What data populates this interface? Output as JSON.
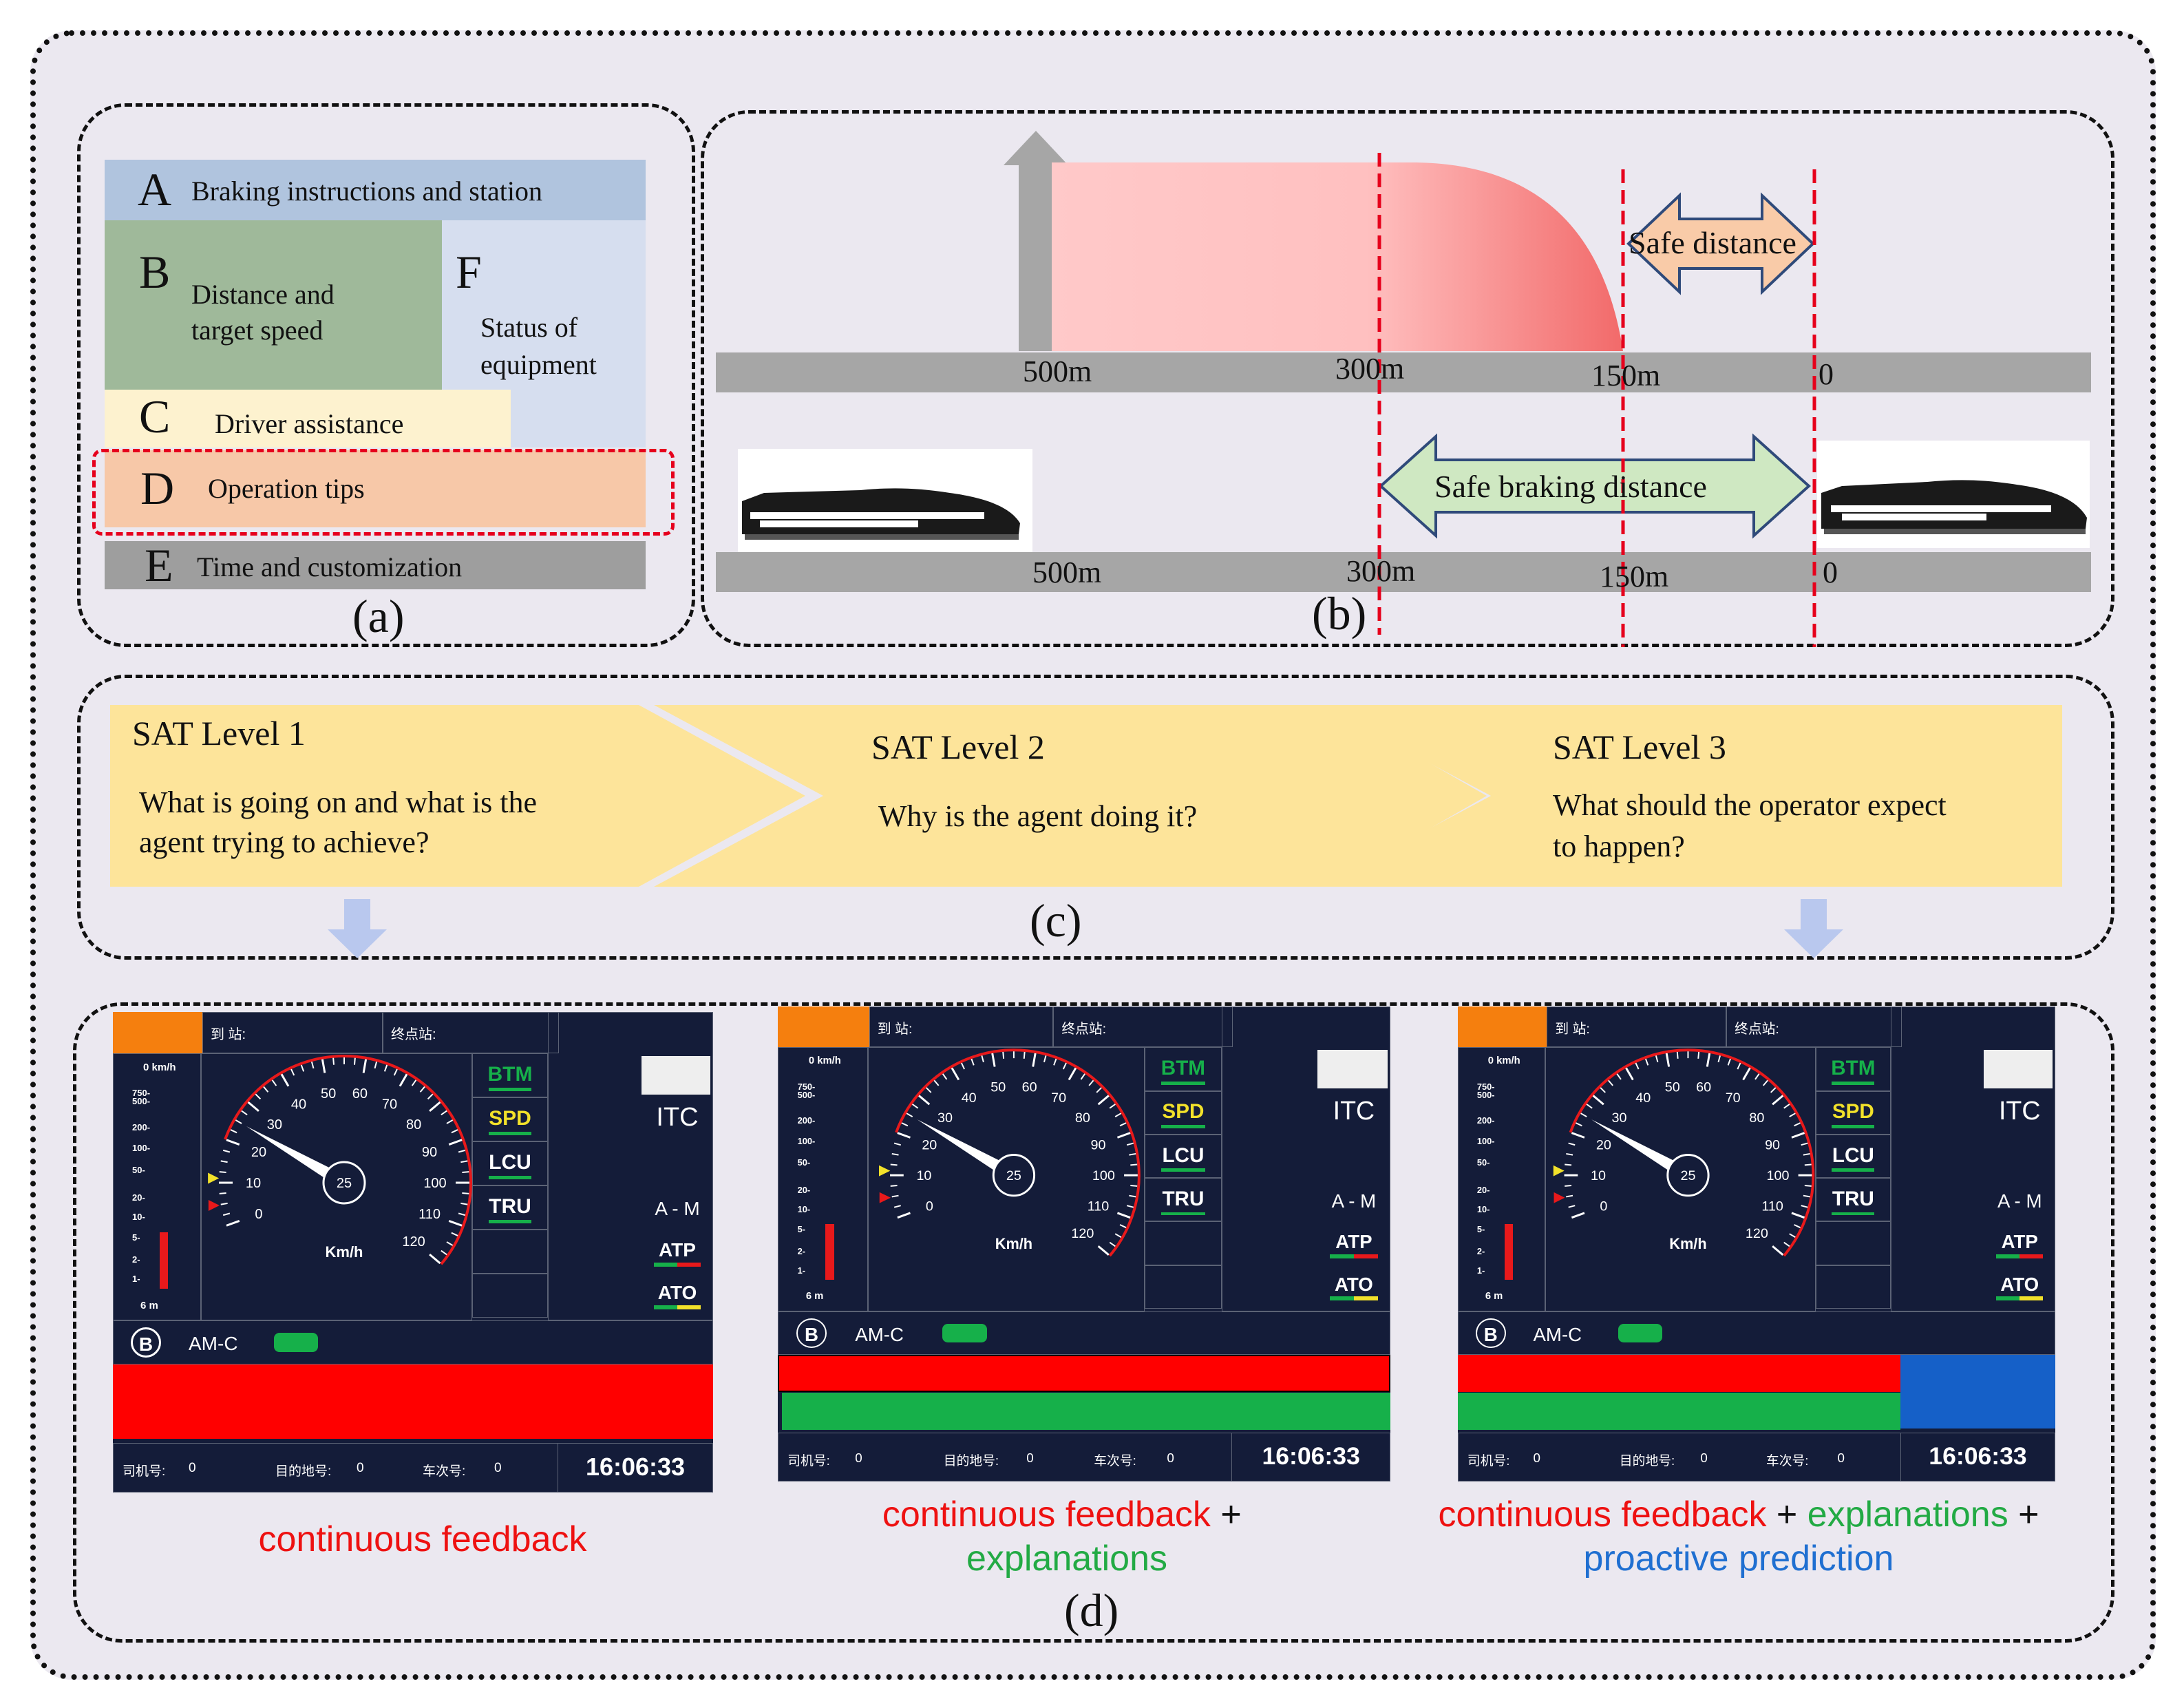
{
  "panel_a": {
    "label": "(a)",
    "blocks": [
      {
        "letter": "A",
        "text": "Braking instructions and station",
        "color": "#b0c4de"
      },
      {
        "letter": "B",
        "text_lines": [
          "Distance and",
          "target speed"
        ],
        "color": "#9fb99a"
      },
      {
        "letter": "F",
        "text_lines": [
          "Status of",
          "equipment"
        ],
        "color": "#d6deef"
      },
      {
        "letter": "C",
        "text": "Driver assistance",
        "color": "#fdf2cf"
      },
      {
        "letter": "D",
        "text": "Operation tips",
        "color": "#f7c8a8"
      },
      {
        "letter": "E",
        "text": "Time and  customization",
        "color": "#9e9e9e"
      }
    ]
  },
  "panel_b": {
    "label": "(b)",
    "safe_distance": "Safe distance",
    "safe_braking_distance": "Safe braking distance",
    "top_ticks": [
      "500m",
      "300m",
      "150m",
      "0"
    ],
    "bottom_ticks": [
      "500m",
      "300m",
      "150m",
      "0"
    ]
  },
  "panel_c": {
    "label": "(c)",
    "levels": [
      {
        "title": "SAT Level 1",
        "question_lines": [
          "What is going on and what is the",
          "agent trying to achieve?"
        ]
      },
      {
        "title": "SAT Level 2",
        "question_lines": [
          "Why is the agent doing it?"
        ]
      },
      {
        "title": "SAT Level 3",
        "question_lines": [
          "What should the operator expect",
          "to happen?"
        ]
      }
    ]
  },
  "panel_d": {
    "label": "(d)",
    "screen": {
      "to_station": "到 站:",
      "terminal": "终点站:",
      "speed_unit_top": "0 km/h",
      "scale_left": [
        "750-",
        "500-",
        "200-",
        "100-",
        "50-",
        "20-",
        "10-",
        "5-",
        "2-",
        "1-"
      ],
      "distance_bottom": "6 m",
      "dial_ticks": [
        "0",
        "10",
        "20",
        "30",
        "40",
        "50",
        "60",
        "70",
        "80",
        "90",
        "100",
        "110",
        "120"
      ],
      "current_speed": "25",
      "dial_unit": "Km/h",
      "status_lamps": [
        "BTM",
        "SPD",
        "LCU",
        "TRU"
      ],
      "itc": "ITC",
      "mode": "A - M",
      "atp": "ATP",
      "ato": "ATO",
      "b_symbol": "B",
      "am_c": "AM-C",
      "driver_no": "司机号:",
      "dest_no": "目的地号:",
      "train_no": "车次号:",
      "zero": "0",
      "time": "16:06:33"
    },
    "captions": [
      {
        "parts": [
          {
            "text": "continuous feedback",
            "color": "#ee1111"
          }
        ]
      },
      {
        "line1": [
          {
            "text": "continuous feedback",
            "color": "#ee1111"
          },
          {
            "text": " + ",
            "color": "#111111"
          }
        ],
        "line2": [
          {
            "text": "explanations",
            "color": "#22aa44"
          }
        ]
      },
      {
        "line1": [
          {
            "text": "continuous feedback",
            "color": "#ee1111"
          },
          {
            "text": " + ",
            "color": "#111111"
          },
          {
            "text": "explanations",
            "color": "#22aa44"
          },
          {
            "text": " +",
            "color": "#111111"
          }
        ],
        "line2": [
          {
            "text": "proactive prediction",
            "color": "#1f6fd1"
          }
        ]
      }
    ]
  },
  "colors": {
    "feedback_red": "#ff0000",
    "explanation_green": "#16b04a",
    "prediction_blue": "#1560c8",
    "sat_yellow": "#fde49a",
    "braking_pink": "#ffc9c9",
    "arrow_orange": "#f9cba8",
    "arrow_green": "#cfe8c2",
    "track_gray": "#a6a6a6",
    "red_dash": "#e6001c"
  }
}
